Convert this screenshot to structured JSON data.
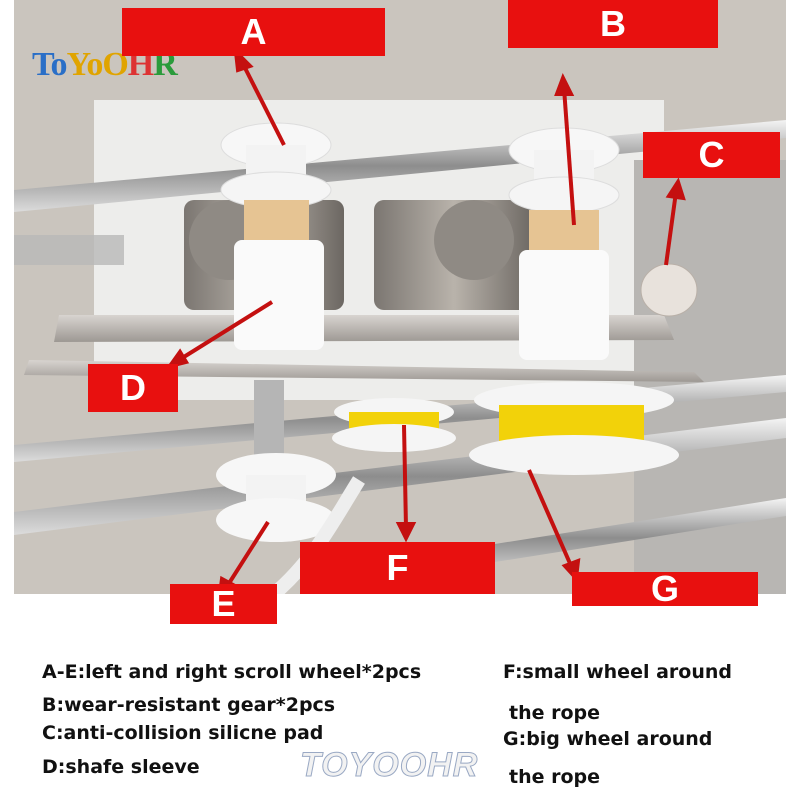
{
  "brand": {
    "text_parts": [
      "To",
      "YoO",
      "H",
      "R"
    ]
  },
  "labels": {
    "a": "A",
    "b": "B",
    "c": "C",
    "d": "D",
    "e": "E",
    "f": "F",
    "g": "G"
  },
  "legend": {
    "line1": "A-E:left and right scroll wheel*2pcs",
    "line2": "B:wear-resistant gear*2pcs",
    "line3": "C:anti-collision silicne pad",
    "line4": "D:shafe sleeve",
    "line5": "F:small wheel around",
    "line6": "the rope",
    "line7": "G:big wheel around",
    "line8": "the rope"
  },
  "watermark": "TOYOOHR",
  "colors": {
    "label_bg": "#e8100f",
    "arrow": "#c41010",
    "rope": "#f2d20a"
  }
}
